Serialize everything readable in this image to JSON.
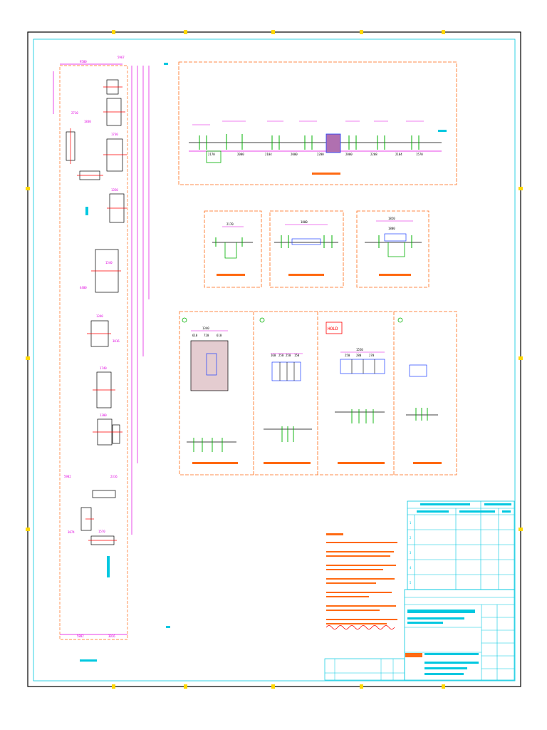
{
  "colors": {
    "border": "#000000",
    "cyan": "#00c8e0",
    "magenta": "#e000e0",
    "orange": "#ff6a13",
    "red": "#ff0000",
    "green": "#00b000",
    "blue": "#2040ff",
    "yellow": "#ffd800",
    "brown": "#d08030"
  },
  "dims": {
    "top_a": "9500",
    "top_b": "5967",
    "d1": "2710",
    "d2": "1830",
    "d3": "1730",
    "d4": "1350",
    "d5": "1540",
    "d6": "1340",
    "d7": "3016",
    "d8": "1740",
    "d9": "1300",
    "d10": "5982",
    "d11": "2316",
    "d12": "3074",
    "d13": "1570",
    "d14": "4400",
    "bottom_a": "5882",
    "bottom_b": "3016"
  },
  "elevation": {
    "dims": [
      "2170",
      "2000",
      "2104",
      "2000",
      "2200",
      "2000",
      "2208",
      "2104",
      "1570"
    ]
  },
  "sections": {
    "sec1_dim": "2170",
    "sec2_dim": "1800",
    "sec3_dim": "1820",
    "sec3_dim2": "1800"
  },
  "details": {
    "d1_dims": [
      "1340",
      "610",
      "720",
      "610"
    ],
    "d2_dims": [
      "160",
      "250",
      "250",
      "150"
    ],
    "d3_dims": [
      "1550",
      "250",
      "280",
      "270"
    ]
  },
  "stamp": "HOLD",
  "table": {
    "rows": [
      "1",
      "2",
      "3",
      "4",
      "5"
    ]
  }
}
